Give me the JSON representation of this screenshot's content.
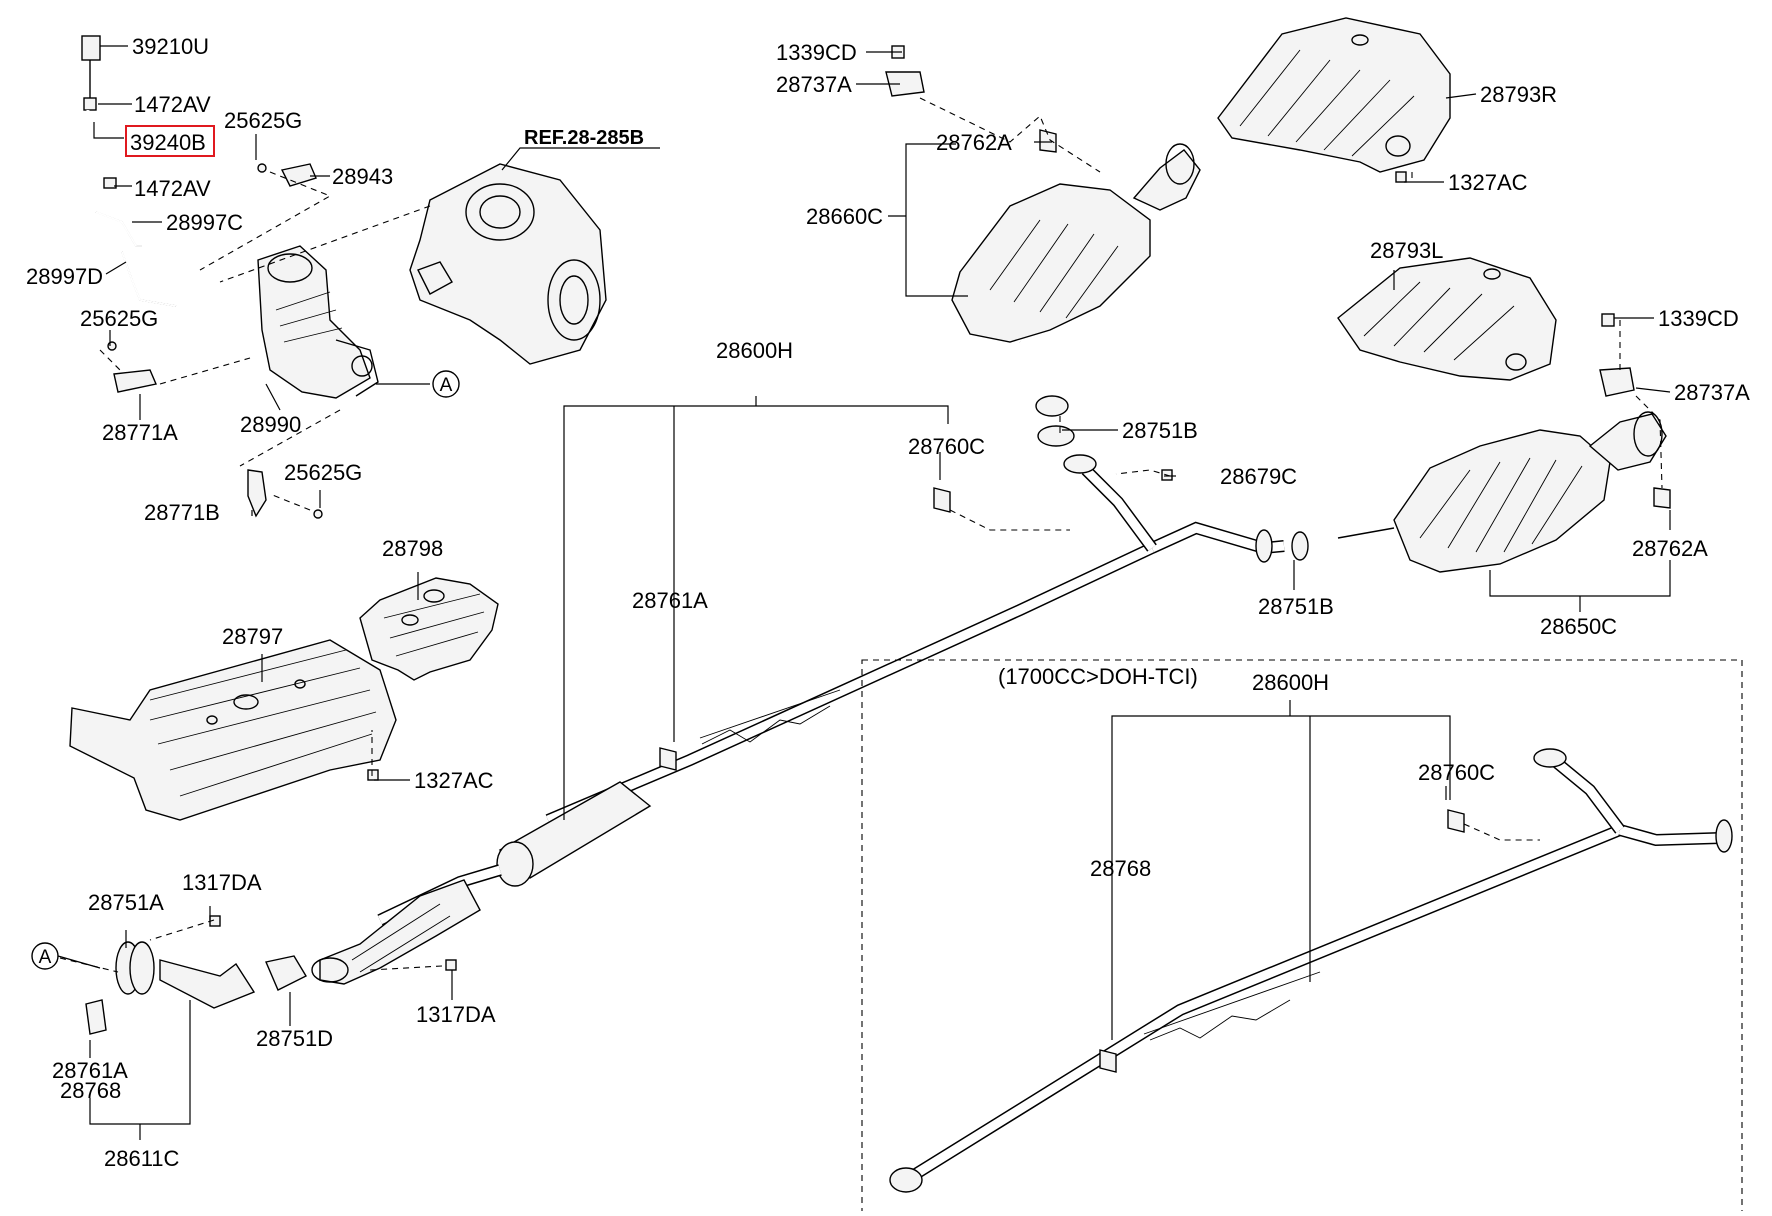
{
  "diagram": {
    "reference": "REF.28-285B",
    "variant_note": "(1700CC>DOH-TCI)",
    "highlighted_part": "39240B",
    "connector_letter": "A",
    "labels": [
      "39210U",
      "1472AV",
      "39240B",
      "1472AV",
      "25625G",
      "28943",
      "28997C",
      "28997D",
      "25625G",
      "28771A",
      "28990",
      "25625G",
      "28771B",
      "1339CD",
      "28737A",
      "28762A",
      "28660C",
      "28793R",
      "1327AC",
      "28793L",
      "1339CD",
      "28737A",
      "28600H",
      "28760C",
      "28751B",
      "28679C",
      "28762A",
      "28751B",
      "28650C",
      "28761A",
      "28798",
      "28797",
      "1327AC",
      "1317DA",
      "28751A",
      "28761A",
      "28768",
      "28611C",
      "28751D",
      "1317DA",
      "28600H",
      "28760C",
      "28768"
    ]
  }
}
